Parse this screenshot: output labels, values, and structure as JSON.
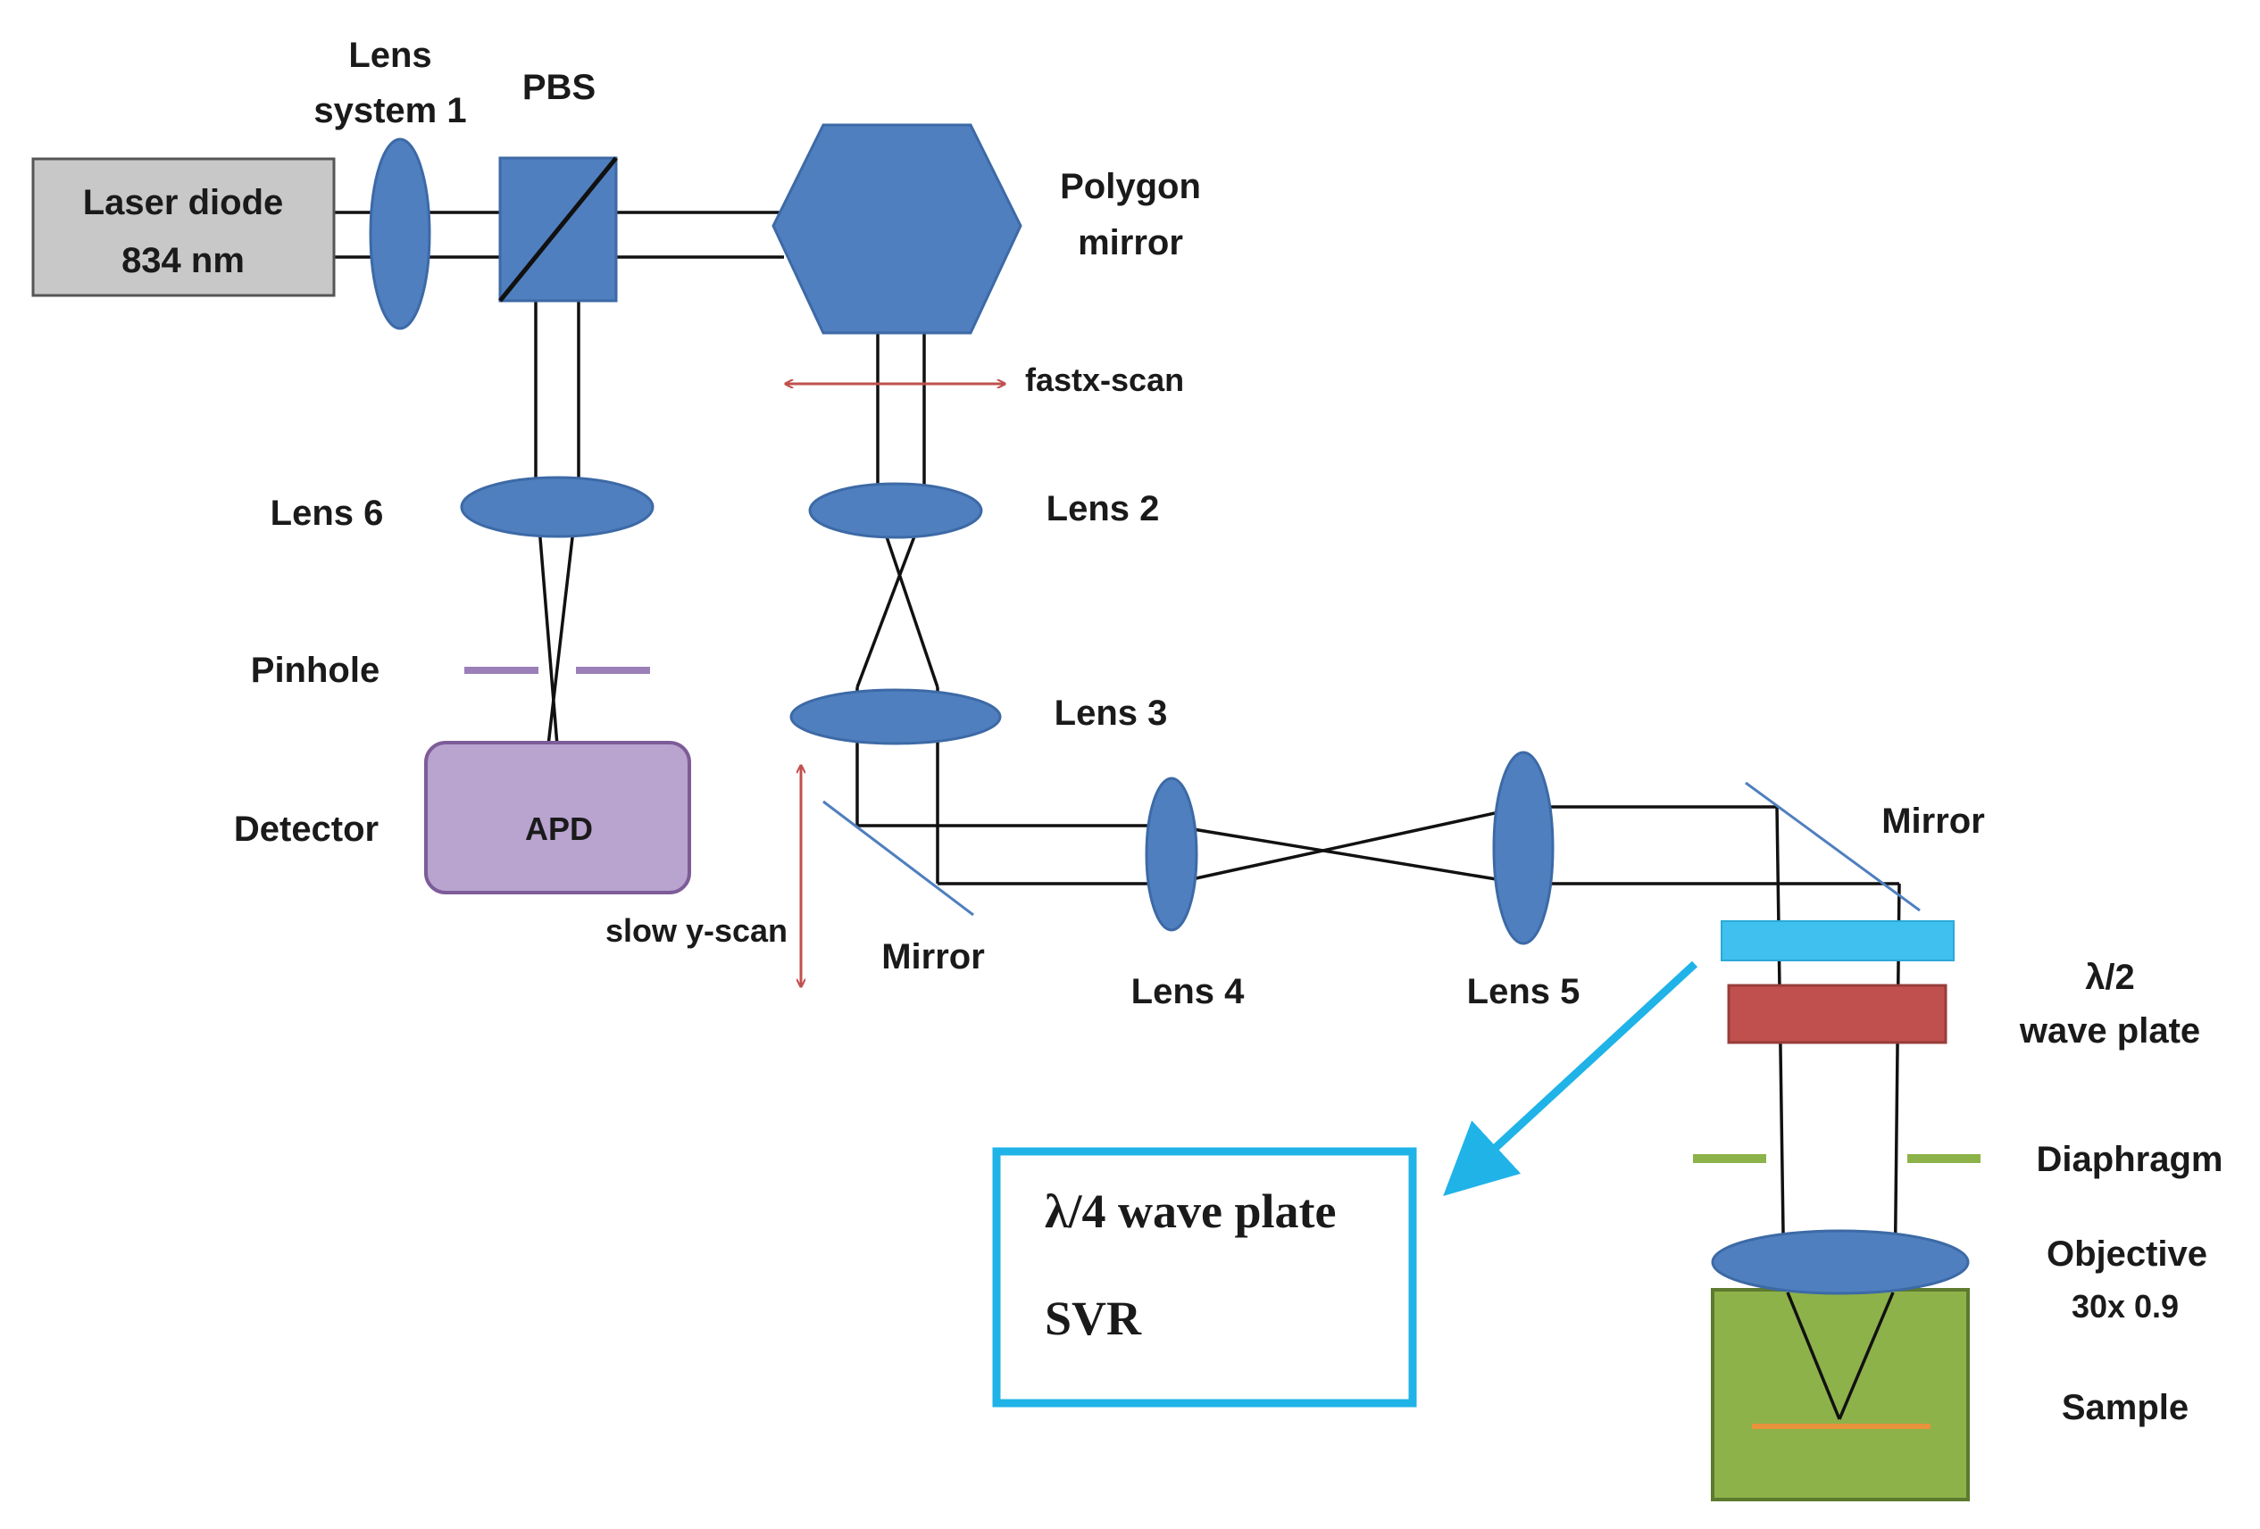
{
  "labels": {
    "lens_system_1": [
      "Lens",
      "system 1"
    ],
    "pbs": "PBS",
    "laser": [
      "Laser diode",
      "834 nm"
    ],
    "polygon": [
      "Polygon",
      "mirror"
    ],
    "fast_scan": "fastx-scan",
    "lens6": "Lens 6",
    "lens2": "Lens 2",
    "pinhole": "Pinhole",
    "lens3": "Lens 3",
    "detector": "Detector",
    "apd": "APD",
    "slow_scan": "slow y-scan",
    "mirror1": "Mirror",
    "lens4": "Lens 4",
    "lens5": "Lens 5",
    "mirror2": "Mirror",
    "half_wave": [
      "λ/2",
      "wave plate"
    ],
    "inset": [
      "λ/4 wave plate",
      "SVR"
    ],
    "diaphragm": "Diaphragm",
    "objective": [
      "Objective",
      "30x 0.9"
    ],
    "sample": "Sample"
  },
  "colors": {
    "lens": "#4f7fbf",
    "laser_box": "#c8c8c8",
    "apd_box": "#b9a3cf",
    "pinhole": "#9a7fb8",
    "scan_arrow": "#c0504d",
    "quarter_wave": "#3fc0ee",
    "half_wave": "#c0504d",
    "diaphragm": "#8cb34a",
    "sample": "#8db24a",
    "sample_layer": "#e8923c",
    "inset_border": "#1fb3e8"
  }
}
